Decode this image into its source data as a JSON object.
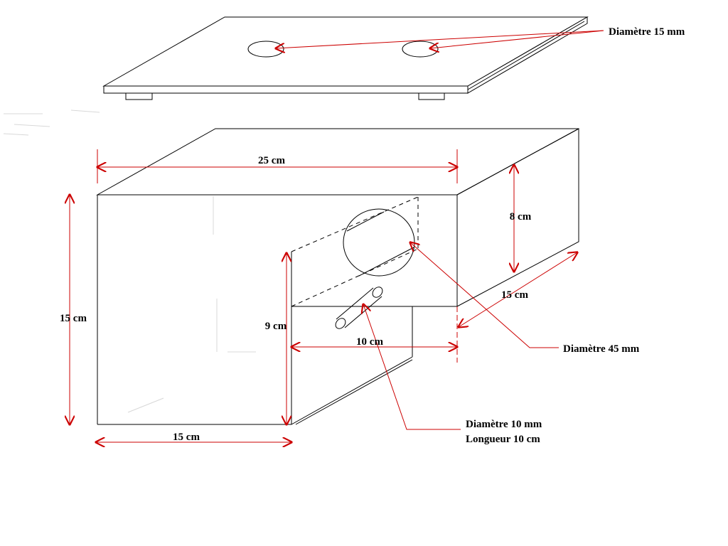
{
  "colors": {
    "dimension_lines": "#cc0000",
    "drawing_lines": "#000000",
    "text": "#000000",
    "background": "#ffffff"
  },
  "labels": {
    "lid_holes": "Diamètre 15 mm",
    "box_length": "25 cm",
    "side_height": "8 cm",
    "side_depth": "15 cm",
    "entrance_hole": "Diamètre 45 mm",
    "front_height": "15 cm",
    "notch_height": "9 cm",
    "notch_width": "10 cm",
    "perch_diameter": "Diamètre 10 mm",
    "perch_length": "Longueur 10 cm",
    "front_width": "15 cm"
  }
}
